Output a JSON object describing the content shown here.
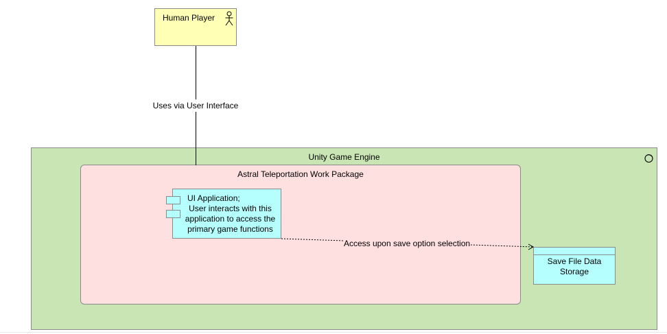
{
  "nodes": {
    "human_player": {
      "label": "Human Player",
      "icon": "actor-icon",
      "fill": "#ffffb5"
    },
    "unity_engine": {
      "label": "Unity Game Engine",
      "icon": "system-software-icon",
      "fill": "#c9e5b4"
    },
    "work_package": {
      "label": "Astral Teleportation Work Package",
      "fill": "#ffe0e0"
    },
    "ui_application": {
      "label": "UI Application;\nUser interacts with this application to access the primary game functions",
      "icon": "component-icon",
      "fill": "#b5ffff"
    },
    "save_file": {
      "label": "Save File Data Storage",
      "fill": "#b5ffff"
    }
  },
  "edges": [
    {
      "from": "Human Player",
      "to": "Astral Teleportation Work Package",
      "label": "Uses via User Interface",
      "style": "solid"
    },
    {
      "from": "UI Application",
      "to": "Save File Data Storage",
      "label": "Access upon save option selection",
      "style": "dotted-arrow"
    }
  ]
}
